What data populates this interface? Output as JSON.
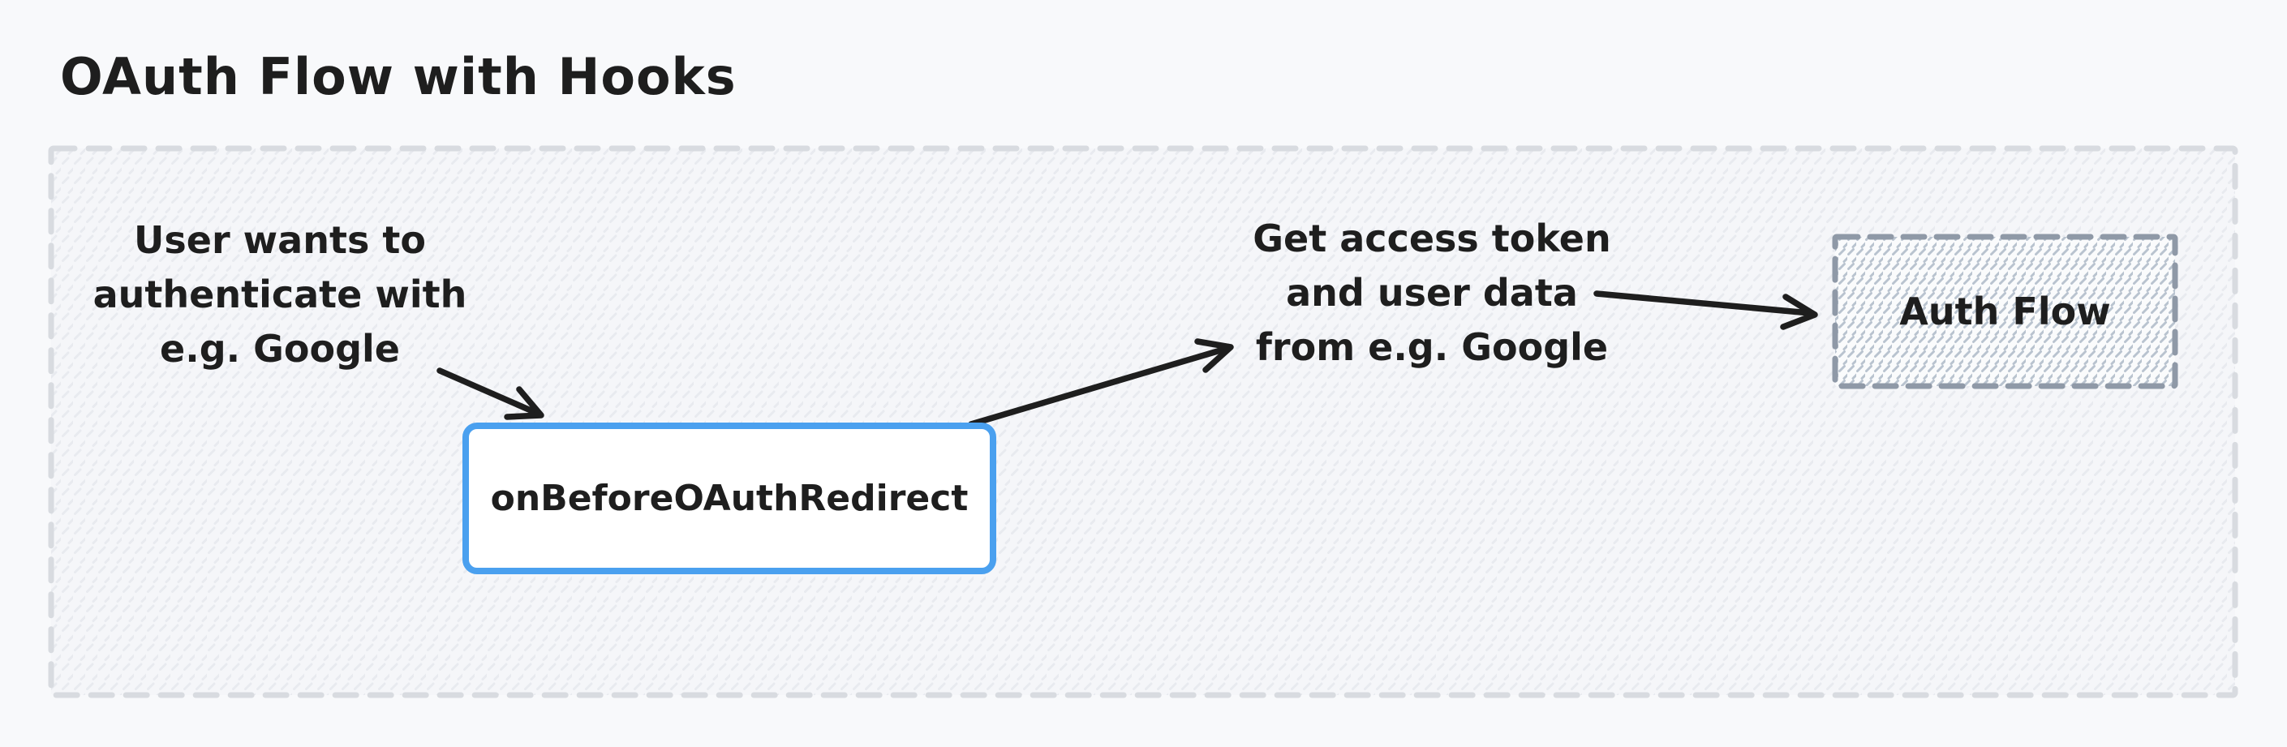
{
  "title": "OAuth Flow with Hooks",
  "colors": {
    "page_bg": "#f8f9fb",
    "ink": "#1e1e1e",
    "accent_blue": "#4aa0ef",
    "container_dash": "#d8dbe0",
    "auth_dash": "#8f99a7"
  },
  "diagram": {
    "annotations": [
      {
        "id": "user-request",
        "lines": [
          "User wants to",
          "authenticate with",
          "e.g. Google"
        ]
      },
      {
        "id": "token-exchange",
        "lines": [
          "Get access token",
          "and user data",
          "from e.g. Google"
        ]
      }
    ],
    "nodes": [
      {
        "id": "hook",
        "label": "onBeforeOAuthRedirect",
        "style": "solid-blue"
      },
      {
        "id": "auth-flow",
        "label": "Auth Flow",
        "style": "dashed-gray"
      }
    ],
    "arrows": [
      {
        "from": "user-request",
        "to": "hook"
      },
      {
        "from": "hook",
        "to": "token-exchange"
      },
      {
        "from": "token-exchange",
        "to": "auth-flow"
      }
    ]
  }
}
